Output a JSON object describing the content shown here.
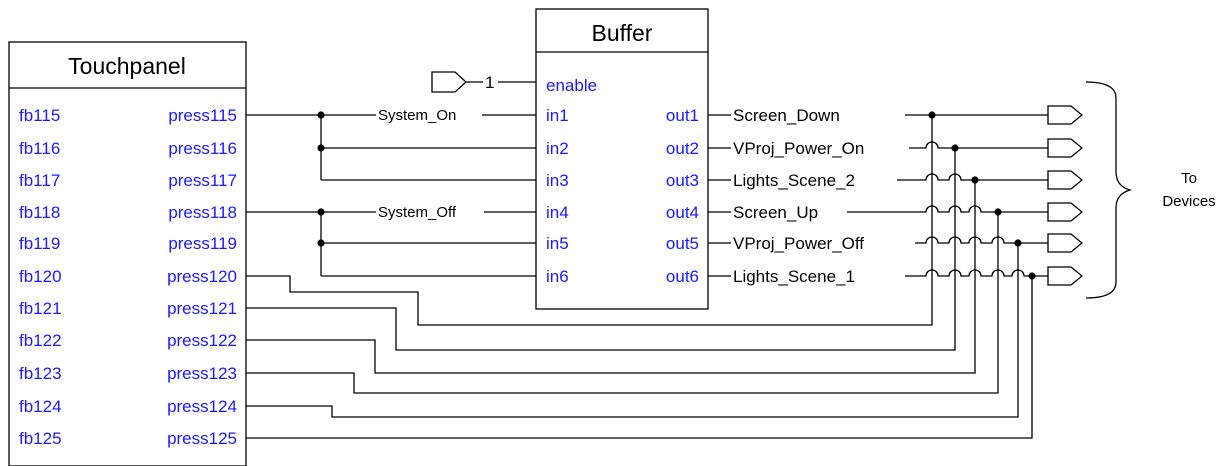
{
  "touchpanel": {
    "title": "Touchpanel",
    "rows": [
      {
        "fb": "fb115",
        "press": "press115"
      },
      {
        "fb": "fb116",
        "press": "press116"
      },
      {
        "fb": "fb117",
        "press": "press117"
      },
      {
        "fb": "fb118",
        "press": "press118"
      },
      {
        "fb": "fb119",
        "press": "press119"
      },
      {
        "fb": "fb120",
        "press": "press120"
      },
      {
        "fb": "fb121",
        "press": "press121"
      },
      {
        "fb": "fb122",
        "press": "press122"
      },
      {
        "fb": "fb123",
        "press": "press123"
      },
      {
        "fb": "fb124",
        "press": "press124"
      },
      {
        "fb": "fb125",
        "press": "press125"
      }
    ]
  },
  "buffer": {
    "title": "Buffer",
    "enable_label": "enable",
    "enable_value": "1",
    "inputs": [
      "in1",
      "in2",
      "in3",
      "in4",
      "in5",
      "in6"
    ],
    "outputs": [
      "out1",
      "out2",
      "out3",
      "out4",
      "out5",
      "out6"
    ]
  },
  "signals": {
    "system_on": "System_On",
    "system_off": "System_Off",
    "outputs": [
      "Screen_Down",
      "VProj_Power_On",
      "Lights_Scene_2",
      "Screen_Up",
      "VProj_Power_Off",
      "Lights_Scene_1"
    ]
  },
  "to_devices": {
    "line1": "To",
    "line2": "Devices"
  },
  "colors": {
    "pin_text": "#1a1aff",
    "wire": "#000000"
  }
}
